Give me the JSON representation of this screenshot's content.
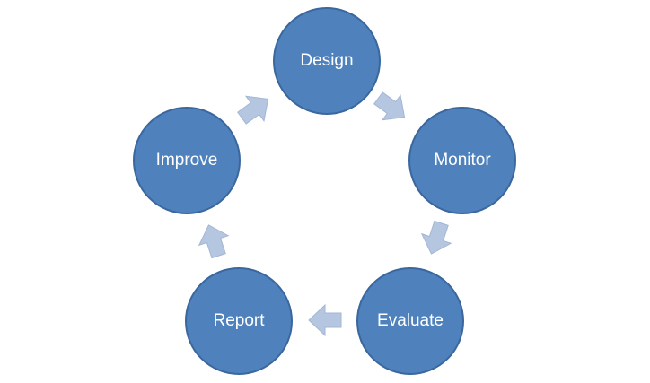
{
  "diagram": {
    "type": "cycle",
    "colors": {
      "node_fill": "#4f81bd",
      "node_border": "#3a679e",
      "arrow_fill": "#b5c6e0",
      "arrow_border": "#a3b6d4",
      "text": "#ffffff",
      "background": "#ffffff"
    },
    "nodes": [
      {
        "id": "design",
        "label": "Design"
      },
      {
        "id": "monitor",
        "label": "Monitor"
      },
      {
        "id": "evaluate",
        "label": "Evaluate"
      },
      {
        "id": "report",
        "label": "Report"
      },
      {
        "id": "improve",
        "label": "Improve"
      }
    ],
    "edges": [
      {
        "from": "design",
        "to": "monitor"
      },
      {
        "from": "monitor",
        "to": "evaluate"
      },
      {
        "from": "evaluate",
        "to": "report"
      },
      {
        "from": "report",
        "to": "improve"
      },
      {
        "from": "improve",
        "to": "design"
      }
    ]
  }
}
